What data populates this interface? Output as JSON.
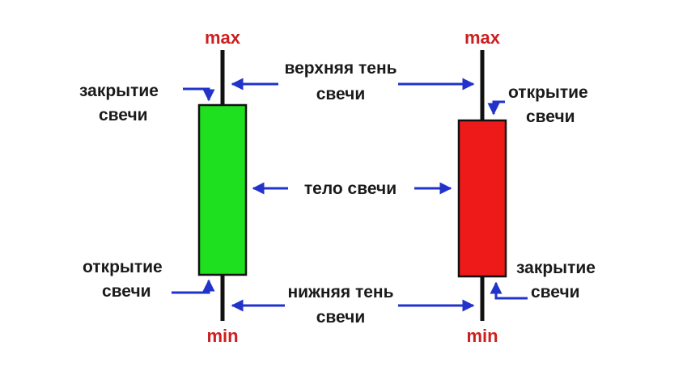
{
  "colors": {
    "bullish_body": "#1fe01f",
    "bearish_body": "#ee1a1a",
    "arrow": "#2233cc",
    "wick": "#111111",
    "extreme_label": "#cc1f1f",
    "text": "#1a1a1a"
  },
  "bullish": {
    "max_label": "max",
    "min_label": "min",
    "close_line1": "закрытие",
    "close_line2": "свечи",
    "open_line1": "открытие",
    "open_line2": "свечи"
  },
  "bearish": {
    "max_label": "max",
    "min_label": "min",
    "open_line1": "открытие",
    "open_line2": "свечи",
    "close_line1": "закрытие",
    "close_line2": "свечи"
  },
  "parts": {
    "upper_shadow_line1": "верхняя тень",
    "upper_shadow_line2": "свечи",
    "body": "тело свечи",
    "lower_shadow_line1": "нижняя тень",
    "lower_shadow_line2": "свечи"
  }
}
